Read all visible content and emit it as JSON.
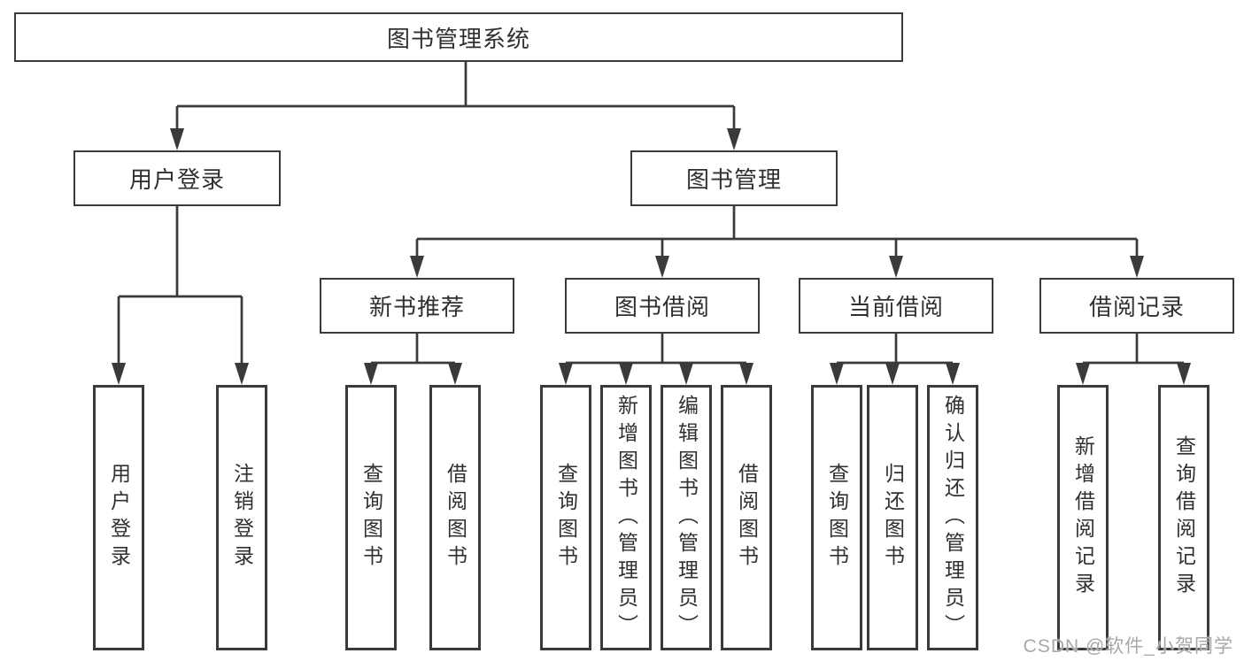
{
  "diagram": {
    "root": {
      "label": "图书管理系统"
    },
    "level2": {
      "user_login": {
        "label": "用户登录"
      },
      "book_management": {
        "label": "图书管理"
      }
    },
    "level3": {
      "new_book_recommend": {
        "label": "新书推荐"
      },
      "book_borrow": {
        "label": "图书借阅"
      },
      "current_borrow": {
        "label": "当前借阅"
      },
      "borrow_record": {
        "label": "借阅记录"
      }
    },
    "leaves": {
      "user_login": "用户登录",
      "logout": "注销登录",
      "recommend_query_books": "查询图书",
      "recommend_borrow_books": "借阅图书",
      "borrow_query_books": "查询图书",
      "borrow_add_books": "新增图书（管理员）",
      "borrow_edit_books": "编辑图书（管理员）",
      "borrow_borrow_books": "借阅图书",
      "current_query_books": "查询图书",
      "current_return_books": "归还图书",
      "current_confirm_return": "确认归还（管理员）",
      "record_add": "新增借阅记录",
      "record_query": "查询借阅记录"
    }
  },
  "watermark": "CSDN @软件_小贺同学",
  "colors": {
    "line": "#3a3a3a",
    "text": "#303030",
    "watermark": "#a8a8a8",
    "background": "#ffffff"
  }
}
